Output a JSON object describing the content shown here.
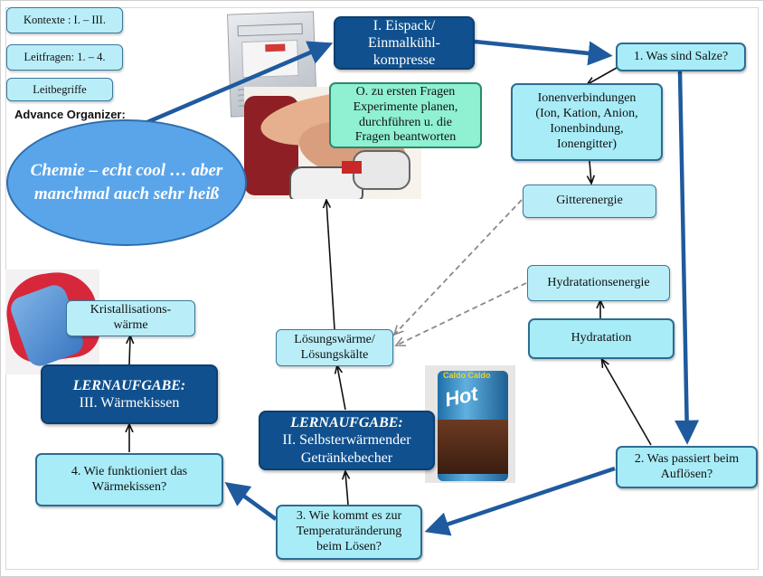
{
  "legend": {
    "kontexte": "Kontexte :  I. – III.",
    "leitfragen": "Leitfragen: 1. – 4.",
    "leitbegriffe": "Leitbegriffe"
  },
  "advance_organizer_label": "Advance Organizer:",
  "central_topic": "Chemie – echt cool … aber manchmal auch sehr heiß",
  "context_1": {
    "line1": "I. Eispack/",
    "line2": "Einmalkühl-",
    "line3": "kompresse"
  },
  "context_1_task": {
    "line1": "O. zu ersten Fragen",
    "line2": "Experimente planen,",
    "line3": "durchführen u. die",
    "line4": "Fragen beantworten"
  },
  "question_1": "1. Was sind Salze?",
  "ionic_compounds": {
    "line1": "Ionenverbindungen",
    "line2": "(Ion, Kation, Anion,",
    "line3": "Ionenbindung,",
    "line4": "Ionengitter)"
  },
  "lattice_energy": "Gitterenergie",
  "hydration_energy": "Hydratationsenergie",
  "hydration": "Hydratation",
  "question_2": {
    "line1": "2. Was passiert beim",
    "line2": "Auflösen?"
  },
  "question_3": {
    "line1": "3. Wie kommt es zur",
    "line2": "Temperaturänderung",
    "line3": "beim Lösen?"
  },
  "solution_heat": {
    "line1": "Lösungswärme/",
    "line2": "Lösungskälte"
  },
  "task_2": {
    "heading": "LERNAUFGABE:",
    "line1": "II. Selbsterwärmender",
    "line2": "Getränkebecher"
  },
  "task_3": {
    "heading": "LERNAUFGABE:",
    "line1": "III. Wärmekissen"
  },
  "question_4": {
    "line1": "4. Wie funktioniert das",
    "line2": "Wärmekissen?"
  },
  "crystallization_heat": {
    "line1": "Kristallisations-",
    "line2": "wärme"
  },
  "images": {
    "cold_pack": "photo-cold-pack",
    "injured_legs": "photo-injured-legs",
    "heat_pad": "photo-heat-pad",
    "hot_chocolate": "photo-hot-chocolate-cup",
    "cup_text_hot": "Hot",
    "cup_text_brand": "Caldo Caldo"
  },
  "colors": {
    "dark_box": "#10508e",
    "light_box": "#a8ecf7",
    "mint_box": "#8ff0d2",
    "ellipse": "#5aa5ea",
    "arrow": "#1f5a9e"
  }
}
